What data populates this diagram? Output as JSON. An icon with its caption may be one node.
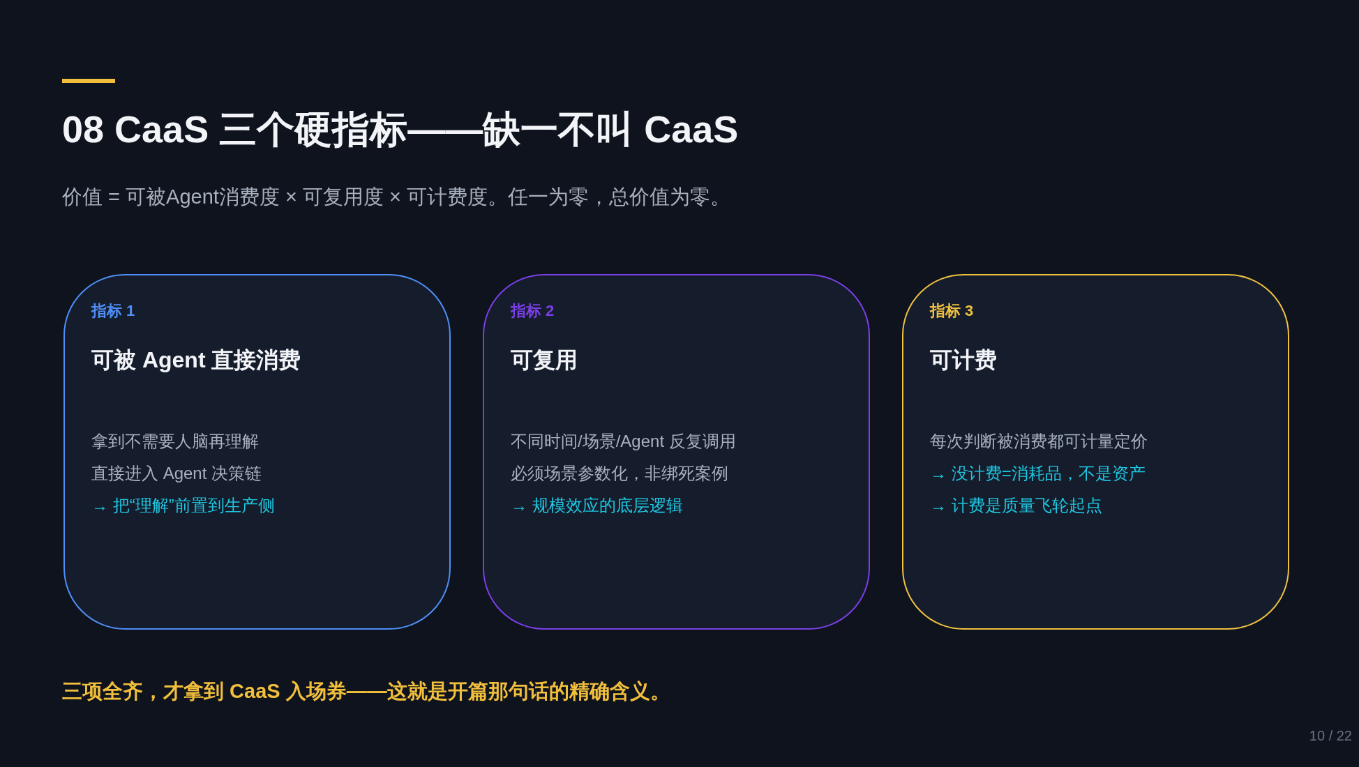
{
  "diagram": {
    "title": "08 CaaS 三个硬指标——缺一不叫 CaaS",
    "nodes": [
      {
        "text": [
          "指标 1",
          "可被 Agent 直接消费",
          "拿到不需要人脑再理解",
          "直接进入 Agent 决策链",
          "→ 把“理解”前置到生产侧"
        ]
      },
      {
        "text": [
          "指标 2",
          "可复用",
          "不同时间/场景/Agent 反复调用",
          "必须场景参数化，非绑死案例",
          "→ 规模效应的底层逻辑"
        ]
      },
      {
        "text": [
          "指标 3",
          "可计费",
          "每次判断被消费都可计量定价",
          "→ 没计费=消耗品，不是资产",
          "→ 计费是质量飞轮起点"
        ]
      }
    ],
    "labels": [
      "价值 = 可被Agent消费度 × 可复用度 × 可计费度。任一为零，总价值为零。",
      "三项全齐，才拿到 CaaS 入场券——这就是开篇那句话的精确含义。",
      "10 / 22"
    ]
  }
}
